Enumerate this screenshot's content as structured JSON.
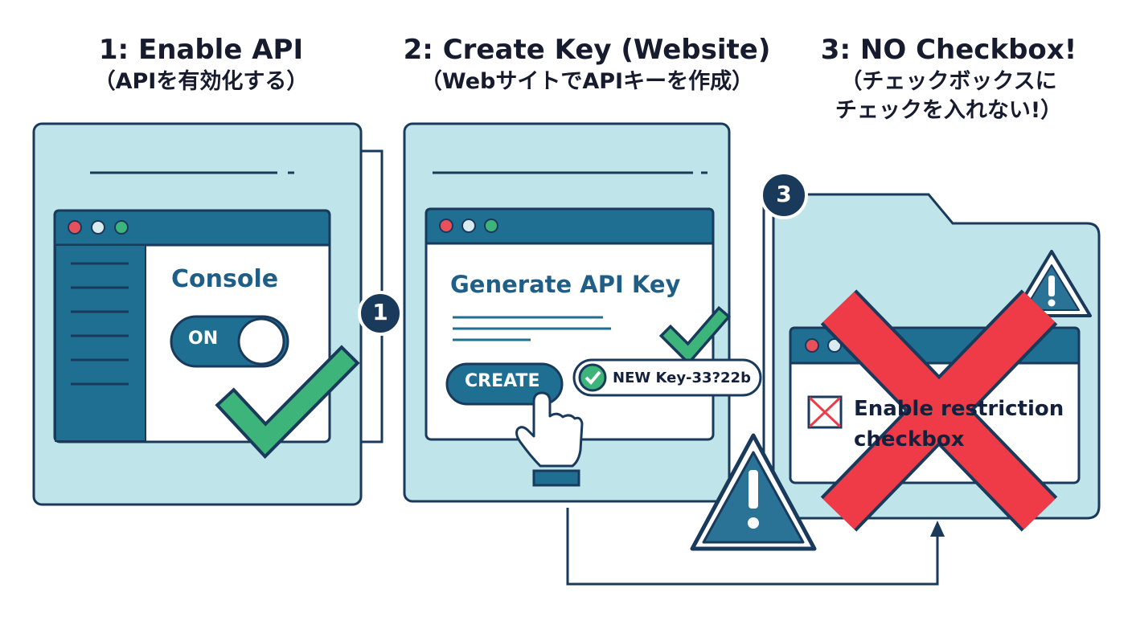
{
  "steps": [
    {
      "title": "1: Enable API",
      "subtitle": "（APIを有効化する）"
    },
    {
      "title": "2: Create Key (Website)",
      "subtitle": "（WebサイトでAPIキーを作成）"
    },
    {
      "title": "3: NO Checkbox!",
      "subtitle_line1": "（チェックボックスに",
      "subtitle_line2": "チェックを入れない!）"
    }
  ],
  "step1": {
    "panel_title": "Console",
    "toggle_label": "ON"
  },
  "step2": {
    "panel_title": "Generate API Key",
    "button_label": "CREATE",
    "key_text": "NEW Key-33?22b"
  },
  "step3": {
    "checkbox_label_line1": "Enable restriction",
    "checkbox_label_line2": "checkbox"
  },
  "badges": {
    "first": "1",
    "third": "3"
  },
  "colors": {
    "navy": "#1a3a5c",
    "panel_fill": "#bfe4ea",
    "titlebar": "#1f6f93",
    "check_green": "#3db47a",
    "danger_red": "#ef3b47",
    "warning_fill": "#2a7296"
  }
}
